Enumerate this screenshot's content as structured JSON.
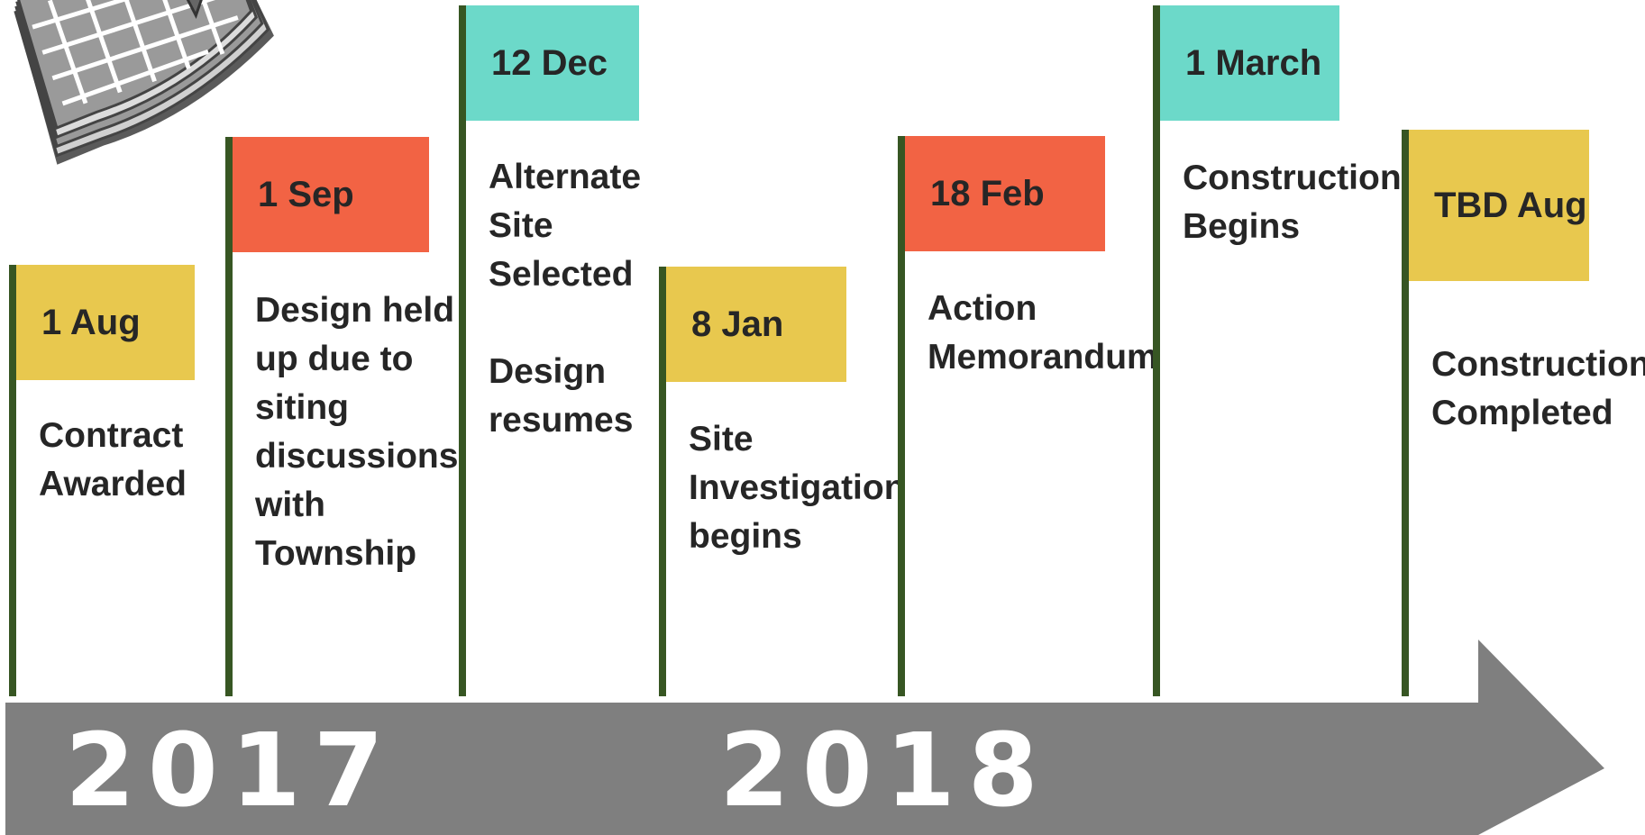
{
  "colors": {
    "pole": "#375623",
    "flag_yellow": "#E8C84E",
    "flag_orange": "#F26344",
    "flag_teal": "#6CD9C9",
    "arrow": "#7F7F7F",
    "text": "#262626",
    "year_text": "#FFFFFF"
  },
  "icon": "calendar-icon",
  "timeline": {
    "years": [
      "2017",
      "2018"
    ]
  },
  "milestones": [
    {
      "date": "1 Aug",
      "color": "yellow",
      "event": [
        "Contract",
        "Awarded"
      ]
    },
    {
      "date": "1 Sep",
      "color": "orange",
      "event": [
        "Design held",
        "up due to",
        "siting",
        "discussions",
        "with",
        "Township"
      ]
    },
    {
      "date": "12 Dec",
      "color": "teal",
      "event": [
        "Alternate",
        "Site",
        "Selected"
      ],
      "event2": [
        "Design",
        "resumes"
      ]
    },
    {
      "date": "8 Jan",
      "color": "yellow",
      "event": [
        "Site",
        "Investigation",
        "begins"
      ]
    },
    {
      "date": "18 Feb",
      "color": "orange",
      "event": [
        "Action",
        "Memorandum"
      ]
    },
    {
      "date": "1 March",
      "color": "teal",
      "event": [
        "Construction",
        "Begins"
      ]
    },
    {
      "date": "TBD Aug",
      "color": "yellow",
      "event": [
        "Construction",
        "Completed"
      ]
    }
  ]
}
